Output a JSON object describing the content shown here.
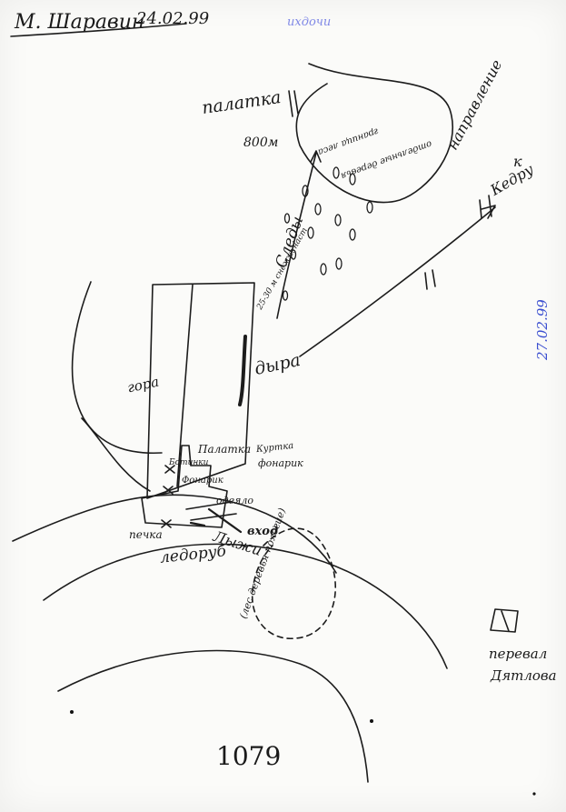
{
  "header": {
    "author": "М. Шаравин",
    "date": "24.02.99",
    "faint_stamp": "ихдочи"
  },
  "labels": {
    "kedr_dir_line1": "направление",
    "kedr_dir_line2": "к",
    "kedr_dir_line3": "Кедру",
    "tent_label": "палатка",
    "distance": "800м",
    "trail_label": "Следы",
    "border_line1": "граница леса",
    "border_line2": "отдельные деревья",
    "slope_note": "25-30 м снежн. наст",
    "hole": "дыра",
    "lean_to": "Палатка",
    "flashlight": "Фонарик",
    "torch_line1": "Куртка",
    "torch_line2": "фонарик",
    "item_left1": "Ботинки",
    "item_center": "одеяло",
    "entrance": "вход",
    "stove": "печка",
    "ski": "Лыжи",
    "ice_axe": "ледоруб",
    "side_note": "(лес деревья пологие)",
    "pass_line1": "перевал",
    "pass_line2": "Дятлова",
    "slope_word": "гора",
    "page_number": "1079",
    "side_stamp": "27.02.99"
  }
}
